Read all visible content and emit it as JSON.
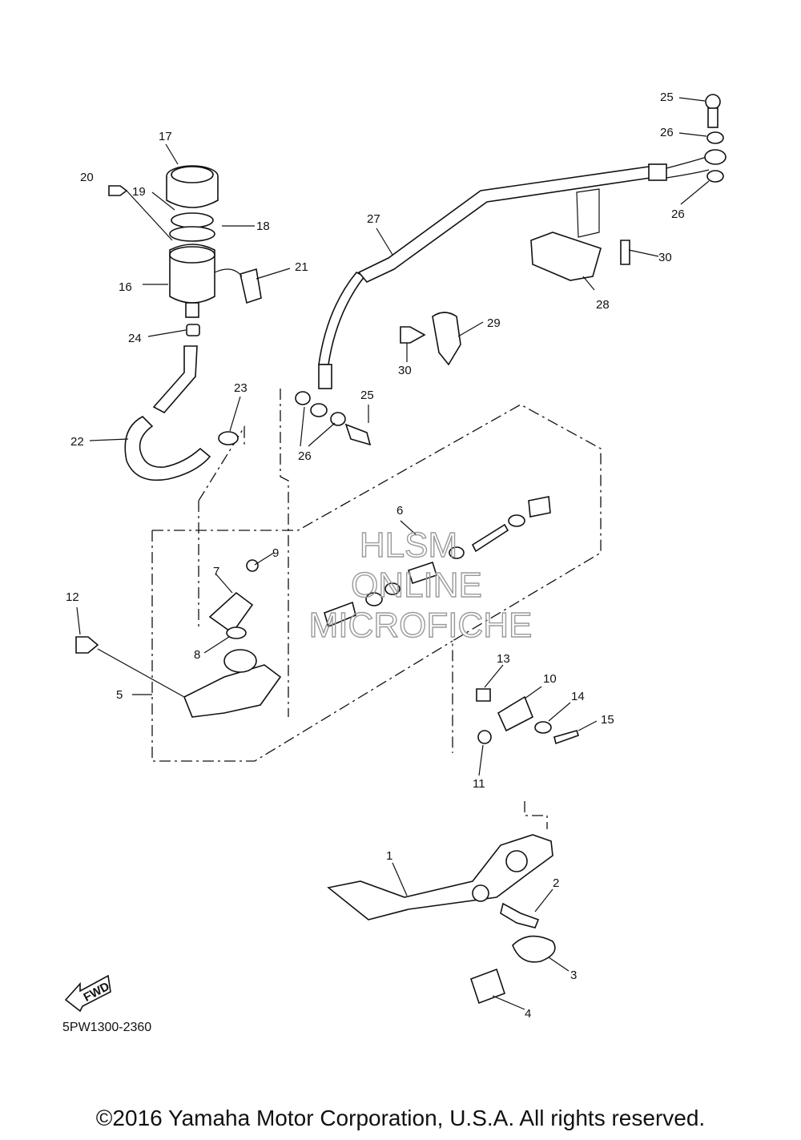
{
  "diagram": {
    "callouts": [
      "1",
      "2",
      "3",
      "4",
      "5",
      "6",
      "7",
      "8",
      "9",
      "10",
      "11",
      "12",
      "13",
      "14",
      "15",
      "16",
      "17",
      "18",
      "19",
      "20",
      "21",
      "22",
      "23",
      "24",
      "25",
      "26",
      "27",
      "28",
      "29",
      "30"
    ],
    "watermark": [
      "HLSM",
      "ONLINE",
      "MICROFICHE"
    ],
    "fwd_label": "FWD",
    "part_code": "5PW1300-2360",
    "copyright": "©2016 Yamaha Motor Corporation, U.S.A. All rights reserved."
  }
}
